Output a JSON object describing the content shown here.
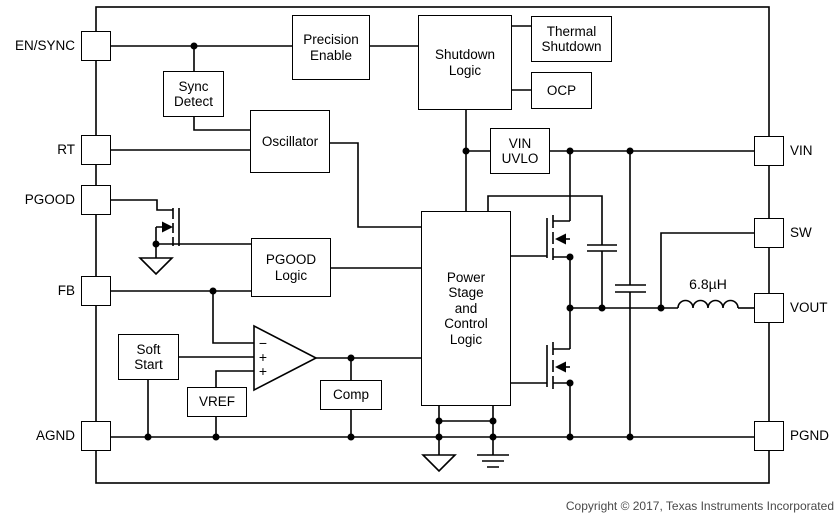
{
  "diagram": {
    "blocks": {
      "precision_enable": "Precision\nEnable",
      "shutdown_logic": "Shutdown\nLogic",
      "thermal_shutdown": "Thermal\nShutdown",
      "ocp": "OCP",
      "sync_detect": "Sync\nDetect",
      "oscillator": "Oscillator",
      "vin_uvlo": "VIN\nUVLO",
      "pgood_logic": "PGOOD\nLogic",
      "power_stage": "Power\nStage\nand\nControl\nLogic",
      "soft_start": "Soft\nStart",
      "vref": "VREF",
      "comp": "Comp"
    },
    "pins": {
      "en_sync": "EN/SYNC",
      "rt": "RT",
      "pgood": "PGOOD",
      "fb": "FB",
      "agnd": "AGND",
      "vin": "VIN",
      "sw": "SW",
      "vout": "VOUT",
      "pgnd": "PGND"
    },
    "comparator": {
      "inverting": "−",
      "noninverting_mid": "+",
      "noninverting_bot": "+"
    },
    "components": {
      "inductor_value": "6.8µH"
    },
    "footer": {
      "copyright": "Copyright © 2017, Texas Instruments Incorporated"
    },
    "colors": {
      "line": "#000000",
      "background": "#ffffff",
      "copyright_text": "#4a4a4a"
    }
  }
}
